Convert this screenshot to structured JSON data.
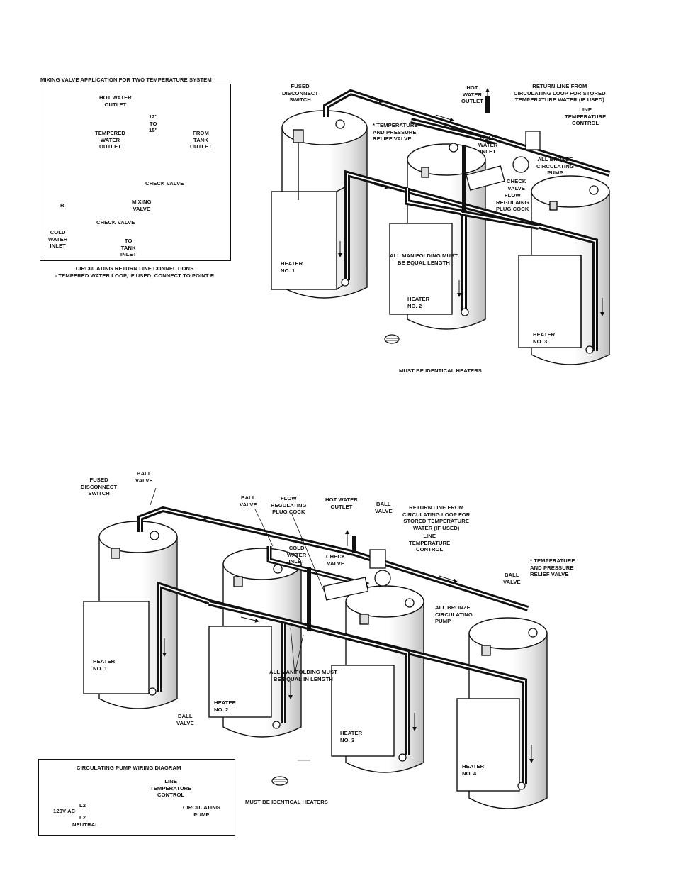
{
  "diagram1": {
    "inset": {
      "title": "MIXING VALVE APPLICATION FOR TWO TEMPERATURE SYSTEM",
      "hot_water_outlet": "HOT WATER\nOUTLET",
      "dimension": "12\"\nTO\n15\"",
      "tempered_water_outlet": "TEMPERED\nWATER\nOUTLET",
      "from_tank_outlet": "FROM\nTANK\nOUTLET",
      "check_valve_upper": "CHECK VALVE",
      "mixing_valve": "MIXING\nVALVE",
      "point_r": "R",
      "check_valve_lower": "CHECK VALVE",
      "cold_water_inlet": "COLD\nWATER\nINLET",
      "to_tank_inlet": "TO\nTANK\nINLET",
      "caption": "CIRCULATING RETURN LINE CONNECTIONS\n- TEMPERED WATER LOOP, IF USED, CONNECT TO POINT R"
    },
    "fused_disconnect_switch": "FUSED\nDISCONNECT\nSWITCH",
    "hot_water_outlet": "HOT\nWATER\nOUTLET",
    "return_line": "RETURN LINE FROM\nCIRCULATING LOOP FOR STORED\nTEMPERATURE WATER (IF USED)",
    "line_temperature_control": "LINE\nTEMPERATURE\nCONTROL",
    "temp_pressure_relief_valve": "* TEMPERATURE\nAND PRESSURE\nRELIEF VALVE",
    "cold_water_inlet": "COLD\nWATER\nINLET",
    "all_bronze_circulating_pump": "ALL BRONZE\nCIRCULATING\nPUMP",
    "check_valve": "CHECK\nVALVE",
    "flow_regulating_plug_cock": "FLOW\nREGULAING\nPLUG COCK",
    "all_manifolding": "ALL MANIFOLDING MUST\nBE EQUAL LENGTH",
    "heater1": "HEATER\nNO. 1",
    "heater2": "HEATER\nNO. 2",
    "heater3": "HEATER\nNO. 3",
    "identical_heaters": "MUST BE IDENTICAL HEATERS"
  },
  "diagram2": {
    "fused_disconnect_switch": "FUSED\nDISCONNECT\nSWITCH",
    "ball_valve_1": "BALL\nVALVE",
    "ball_valve_2": "BALL\nVALVE",
    "flow_regulating_plug_cock": "FLOW\nREGULATING\nPLUG COCK",
    "hot_water_outlet": "HOT WATER\nOUTLET",
    "ball_valve_3": "BALL\nVALVE",
    "return_line": "RETURN LINE FROM\nCIRCULATING LOOP FOR\nSTORED TEMPERATURE\nWATER (IF USED)",
    "cold_water_inlet": "COLD\nWATER\nINLET",
    "check_valve": "CHECK\nVALVE",
    "line_temperature_control": "LINE\nTEMPERATURE\nCONTROL",
    "temp_pressure_relief_valve": "* TEMPERATURE\nAND PRESSURE\nRELIEF VALVE",
    "ball_valve_4": "BALL\nVALVE",
    "all_bronze_circulating_pump": "ALL BRONZE\nCIRCULATING\nPUMP",
    "all_manifolding": "ALL MANIFOLDING MUST\nBE EQUAL IN LENGTH",
    "heater1": "HEATER\nNO. 1",
    "heater2": "HEATER\nNO. 2",
    "heater3": "HEATER\nNO. 3",
    "heater4": "HEATER\nNO. 4",
    "ball_valve_5": "BALL\nVALVE",
    "identical_heaters": "MUST BE IDENTICAL HEATERS",
    "wiring": {
      "title": "CIRCULATING PUMP WIRING DIAGRAM",
      "line_temperature_control": "LINE\nTEMPERATURE\nCONTROL",
      "l2_top": "L2",
      "voltage": "120V AC",
      "l2_bottom": "L2",
      "neutral": "NEUTRAL",
      "circulating_pump": "CIRCULATING\nPUMP"
    }
  }
}
